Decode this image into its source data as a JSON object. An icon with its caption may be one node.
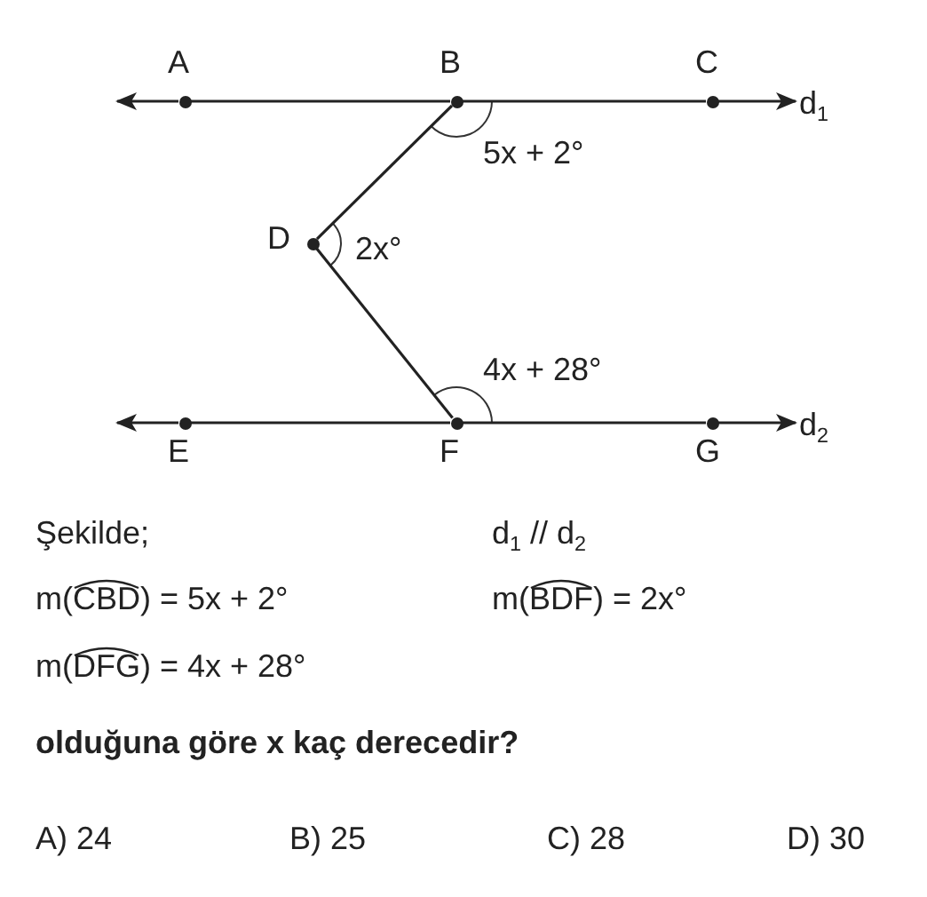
{
  "diagram": {
    "nodes": [
      {
        "text": [
          "A"
        ]
      },
      {
        "text": [
          "B"
        ]
      },
      {
        "text": [
          "C"
        ]
      },
      {
        "text": [
          "D"
        ]
      },
      {
        "text": [
          "E"
        ]
      },
      {
        "text": [
          "F"
        ]
      },
      {
        "text": [
          "G"
        ]
      },
      {
        "text": [
          "d$_{1}$"
        ]
      },
      {
        "text": [
          "d$_{2}$"
        ]
      }
    ],
    "edges": [
      {
        "from": 0,
        "to": null,
        "arrow": "to"
      },
      {
        "from": 0,
        "to": 1,
        "arrow": "none"
      },
      {
        "from": 1,
        "to": 2,
        "arrow": "none"
      },
      {
        "from": 2,
        "to": 7,
        "arrow": "to"
      },
      {
        "from": 4,
        "to": null,
        "arrow": "to"
      },
      {
        "from": 4,
        "to": 5,
        "arrow": "none"
      },
      {
        "from": 5,
        "to": 6,
        "arrow": "none"
      },
      {
        "from": 6,
        "to": 8,
        "arrow": "to"
      },
      {
        "from": 1,
        "to": 3,
        "arrow": "none"
      },
      {
        "from": 3,
        "to": 5,
        "arrow": "none"
      }
    ],
    "labels": [
      "5x + 2°",
      "2x°",
      "4x + 28°",
      "Şekilde;",
      "d$_{1}$ // d$_{2}$",
      "m(CBD) = 5x + 2°",
      "m(BDF) = 2x°",
      "m(DFG) = 4x + 28°",
      "olduğuna göre x kaç derecedir?",
      "A) 24",
      "B) 25",
      "C) 28",
      "D) 30"
    ]
  }
}
